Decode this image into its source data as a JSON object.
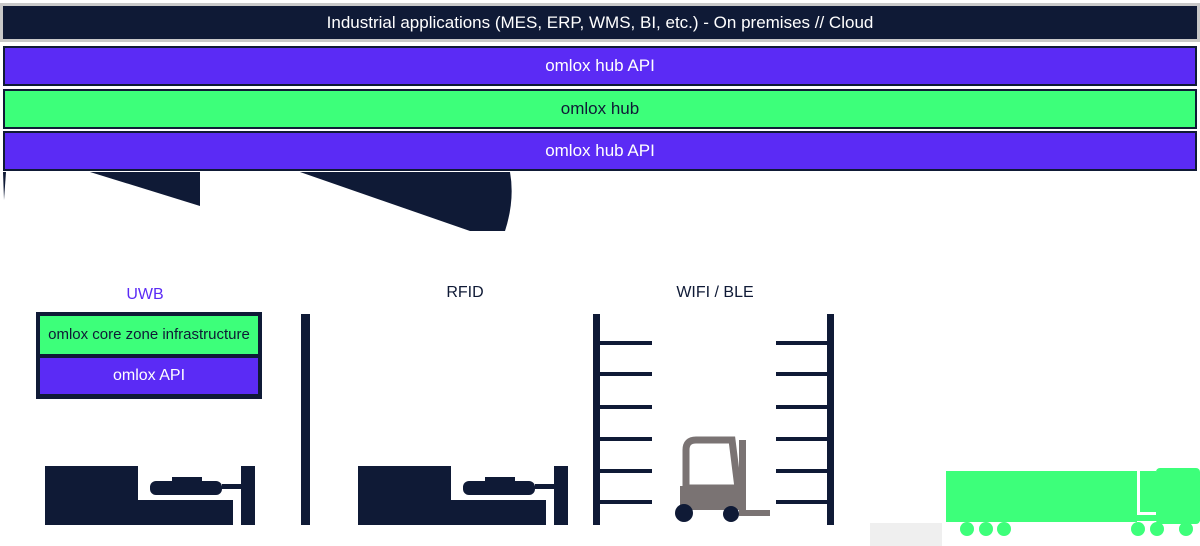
{
  "top_bar": {
    "text": "Industrial applications (MES, ERP, WMS, BI, etc.)  - On premises // Cloud"
  },
  "hub_stack": {
    "api_upper": "omlox hub API",
    "hub": "omlox hub",
    "api_lower": "omlox hub API"
  },
  "technologies": {
    "uwb": "UWB",
    "rfid": "RFID",
    "wifi_ble": "WIFI / BLE"
  },
  "core_zone": {
    "infrastructure": "omlox core zone infrastructure",
    "api": "omlox API"
  },
  "colors": {
    "navy": "#0f1a36",
    "purple": "#5b2bf5",
    "green": "#3dff7a",
    "gray": "#7a7373"
  },
  "icons": [
    "conveyor-machine-icon",
    "shelf-rack-icon",
    "forklift-icon",
    "truck-icon"
  ]
}
